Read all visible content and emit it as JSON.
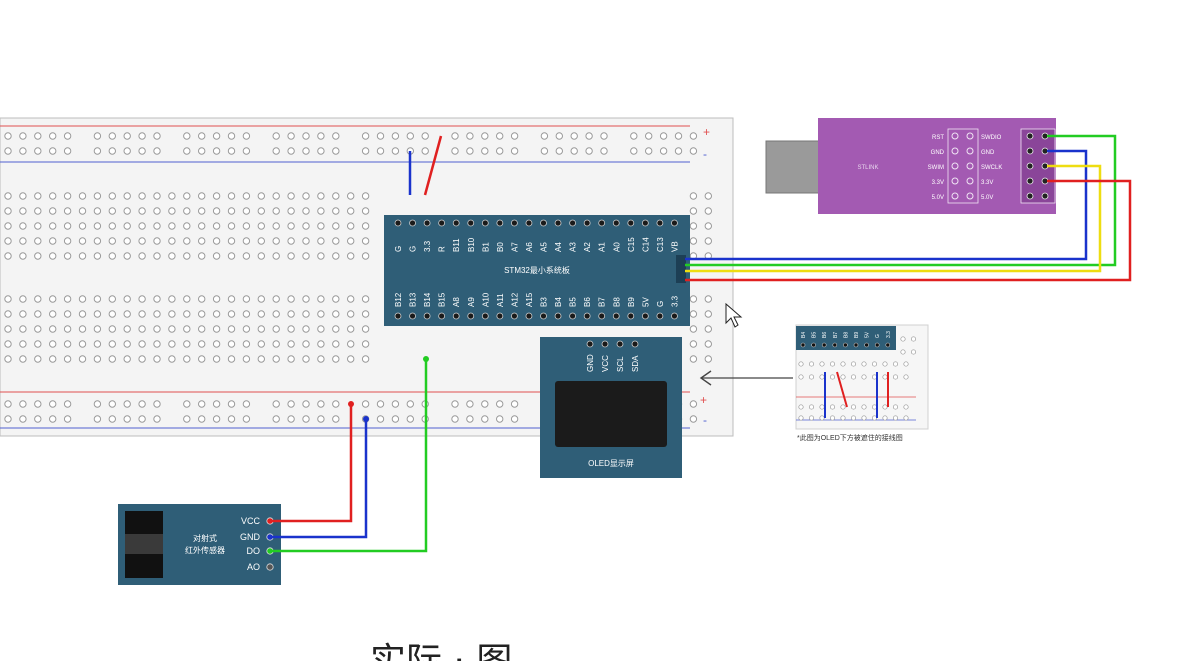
{
  "breadboard": {
    "rail_plus": "+",
    "rail_minus": "-"
  },
  "stm32": {
    "title": "STM32最小系统板",
    "top_pins": [
      "G",
      "G",
      "3.3",
      "R",
      "B11",
      "B10",
      "B1",
      "B0",
      "A7",
      "A6",
      "A5",
      "A4",
      "A3",
      "A2",
      "A1",
      "A0",
      "C15",
      "C14",
      "C13",
      "VB"
    ],
    "bottom_pins": [
      "B12",
      "B13",
      "B14",
      "B15",
      "A8",
      "A9",
      "A10",
      "A11",
      "A12",
      "A15",
      "B3",
      "B4",
      "B5",
      "B6",
      "B7",
      "B8",
      "B9",
      "5V",
      "G",
      "3.3"
    ]
  },
  "stlink": {
    "title": "STLINK",
    "left_pins": [
      "RST",
      "GND",
      "SWIM",
      "3.3V",
      "5.0V"
    ],
    "right_pins": [
      "SWDIO",
      "GND",
      "SWCLK",
      "3.3V",
      "5.0V"
    ]
  },
  "oled": {
    "pins": [
      "GND",
      "VCC",
      "SCL",
      "SDA"
    ],
    "title": "OLED显示屏"
  },
  "sensor": {
    "title_line1": "对射式",
    "title_line2": "红外传感器",
    "pins": [
      "VCC",
      "GND",
      "DO",
      "AO"
    ]
  },
  "inset": {
    "pins": [
      "B4",
      "B5",
      "B6",
      "B7",
      "B8",
      "B9",
      "5V",
      "G",
      "3.3"
    ],
    "caption": "*此图为OLED下方被遮住的接线图"
  },
  "caption_bottom": "实际 · 图",
  "colors": {
    "board_blue": "#2f5e77",
    "stlink_purple": "#a35ab2",
    "wire_red": "#e02020",
    "wire_blue": "#1a33cc",
    "wire_green": "#22cc22",
    "wire_yellow": "#eedd11",
    "rail_red": "#e05050",
    "rail_blue": "#5060d0"
  }
}
